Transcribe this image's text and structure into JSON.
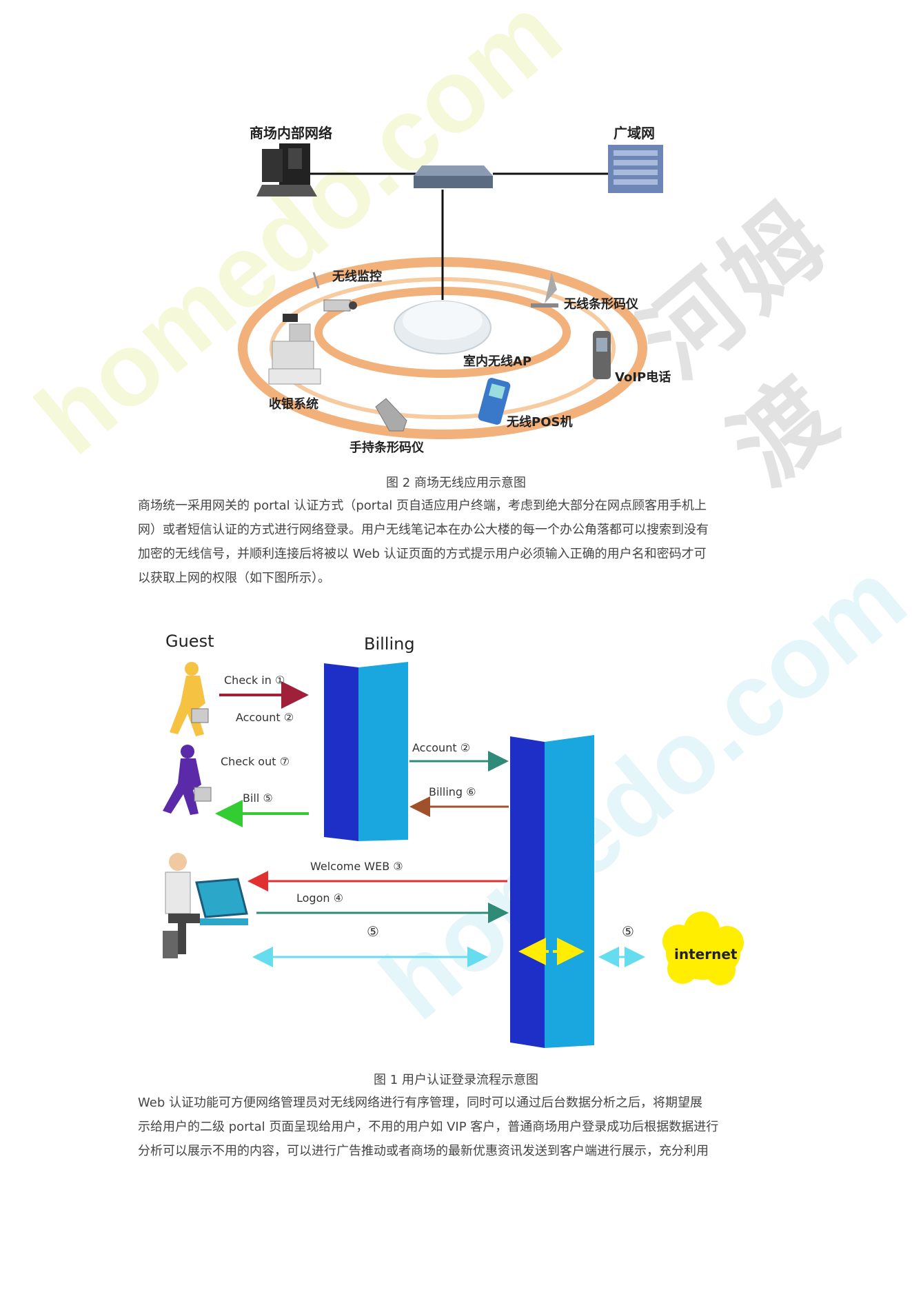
{
  "watermark": {
    "site": "homedo.com",
    "brand": "河姆渡"
  },
  "figure2": {
    "labels": {
      "internal": "商场内部网络",
      "wan": "广域网",
      "monitor": "无线监控",
      "barcode": "无线条形码仪",
      "ap": "室内无线AP",
      "voip": "VoIP电话",
      "cash": "收银系统",
      "pos": "无线POS机",
      "handheld": "手持条形码仪"
    },
    "caption": "图 2  商场无线应用示意图"
  },
  "para1": [
    "商场统一采用网关的 portal 认证方式（portal 页自适应用户终端，考虑到绝大部分在网点顾客用手机上",
    "网）或者短信认证的方式进行网络登录。用户无线笔记本在办公大楼的每一个办公角落都可以搜索到没有",
    "加密的无线信号，并顺利连接后将被以 Web 认证页面的方式提示用户必须输入正确的用户名和密码才可",
    "以获取上网的权限（如下图所示）。"
  ],
  "figure1": {
    "guest": "Guest",
    "billing": "Billing",
    "checkin": "Check in ①",
    "account_left": "Account ②",
    "checkout": "Check out ⑦",
    "bill": "Bill ⑤",
    "account_mid": "Account ②",
    "billing_mid": "Billing ⑥",
    "welcome": "Welcome WEB ③",
    "logon": "Logon ④",
    "five_left": "⑤",
    "five_right": "⑤",
    "internet": "internet",
    "caption": "图 1   用户认证登录流程示意图"
  },
  "para2": [
    "Web 认证功能可方便网络管理员对无线网络进行有序管理，同时可以通过后台数据分析之后，将期望展",
    "示给用户的二级 portal 页面呈现给用户，不用的用户如 VIP 客户，普通商场用户登录成功后根据数据进行",
    "分析可以展示不用的内容，可以进行广告推动或者商场的最新优惠资讯发送到客户端进行展示，充分利用"
  ]
}
